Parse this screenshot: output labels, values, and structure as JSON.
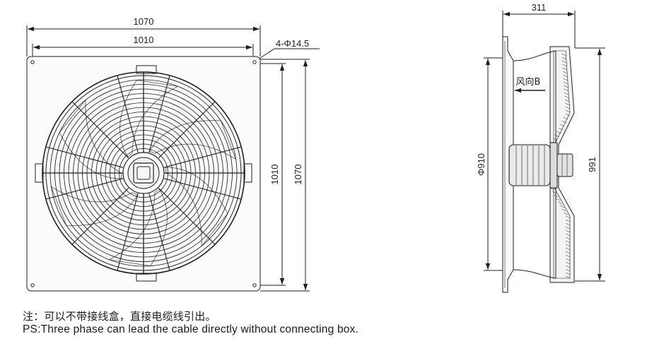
{
  "front_view": {
    "overall_width": "1070",
    "hole_spacing_width": "1010",
    "hole_spec": "4-Φ14.5",
    "hole_spacing_height": "1010",
    "overall_height": "1070"
  },
  "side_view": {
    "depth": "311",
    "airflow_label": "风向B",
    "guard_diameter": "Φ910",
    "flange_height": "991"
  },
  "notes": {
    "chinese": "注：可以不带接线盒，直接电缆线引出。",
    "english": "PS:Three phase can lead the cable directly without connecting box."
  },
  "colors": {
    "line": "#1e1e1e",
    "panel_fill": "#fbfbfb",
    "motor_fill": "#e9e9e9"
  }
}
